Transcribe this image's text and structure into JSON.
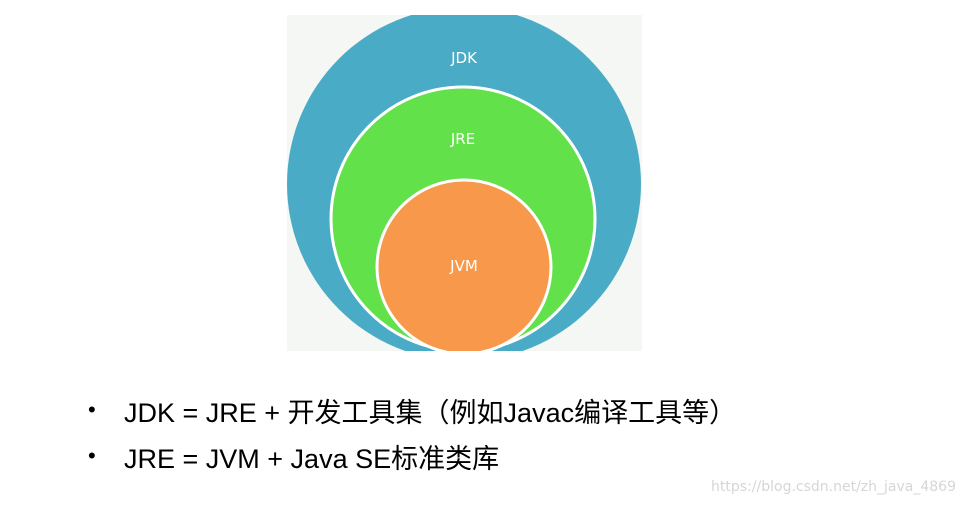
{
  "diagram": {
    "circles": [
      {
        "id": "jdk",
        "label": "JDK",
        "color": "#4aabc6"
      },
      {
        "id": "jre",
        "label": "JRE",
        "color": "#63e14b"
      },
      {
        "id": "jvm",
        "label": "JVM",
        "color": "#f7984a"
      }
    ],
    "panel_color": "#f4f7f3",
    "ring_stroke_color": "#ffffff"
  },
  "bullets": {
    "symbol": "•",
    "items": [
      {
        "text": "JDK = JRE + 开发工具集（例如Javac编译工具等）"
      },
      {
        "text": "JRE = JVM + Java SE标准类库"
      }
    ]
  },
  "watermark": {
    "text": "https://blog.csdn.net/zh_java_4869"
  }
}
